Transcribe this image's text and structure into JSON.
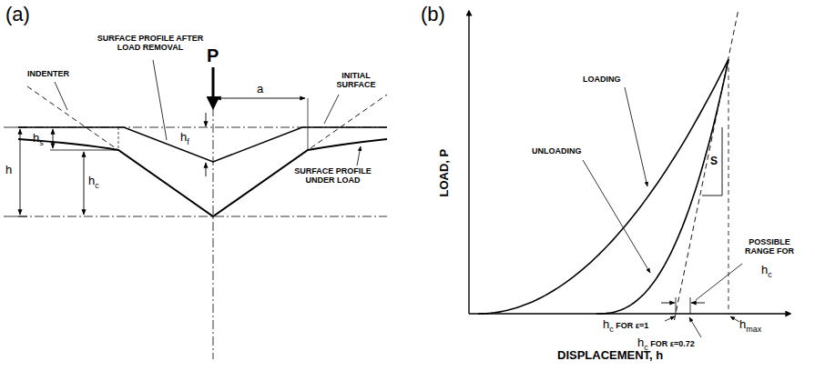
{
  "diagram": {
    "labels": [
      "(a)",
      "P",
      "INDENTER",
      "SURFACE PROFILE AFTER LOAD REMOVAL",
      "hf",
      "a",
      "INITIAL SURFACE",
      "h",
      "hs",
      "hc",
      "SURFACE PROFILE UNDER LOAD",
      "(b)",
      "LOAD, P",
      "LOADING",
      "UNLOADING",
      "S",
      "POSSIBLE RANGE FOR",
      "hc",
      "hc FOR ε=1",
      "hc FOR ε=0.72",
      "hmax",
      "DISPLACEMENT, h"
    ]
  }
}
